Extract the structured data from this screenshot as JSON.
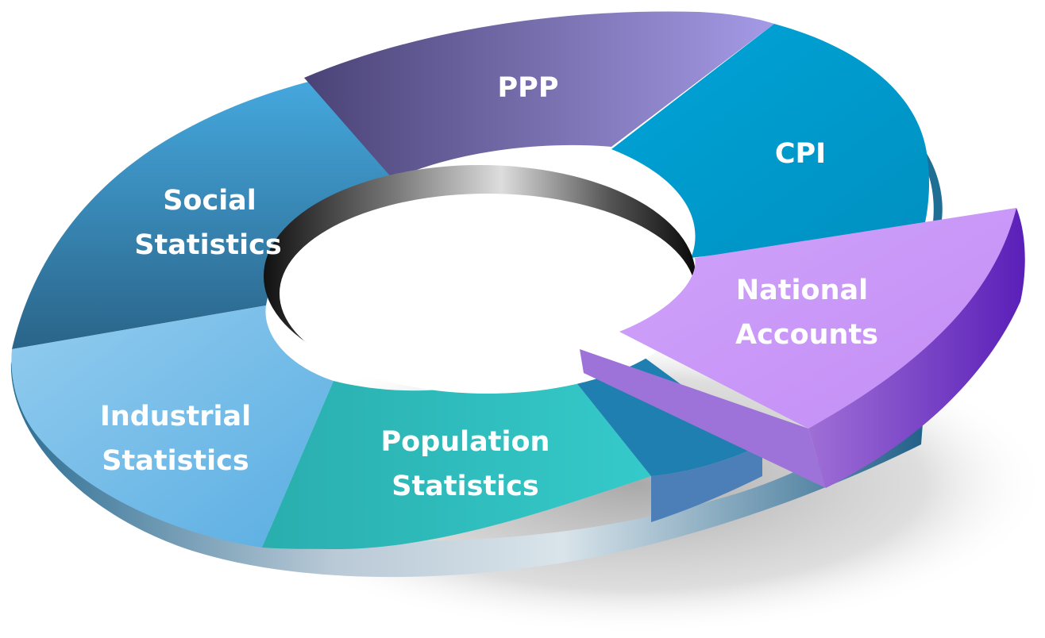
{
  "diagram": {
    "type": "segmented-ring",
    "segments": [
      {
        "id": "ppp",
        "lines": [
          "PPP"
        ],
        "color": "#7a6fb8"
      },
      {
        "id": "cpi",
        "lines": [
          "CPI"
        ],
        "color": "#0099cc"
      },
      {
        "id": "national-accounts",
        "lines": [
          "National",
          "Accounts"
        ],
        "color": "#c795f8",
        "exploded": true
      },
      {
        "id": "population-statistics",
        "lines": [
          "Population",
          "Statistics"
        ],
        "color": "#2fbcbc"
      },
      {
        "id": "industrial-statistics",
        "lines": [
          "Industrial",
          "Statistics"
        ],
        "color": "#7fc3ea"
      },
      {
        "id": "social-statistics",
        "lines": [
          "Social",
          "Statistics"
        ],
        "color": "#3a8ab8"
      }
    ]
  }
}
